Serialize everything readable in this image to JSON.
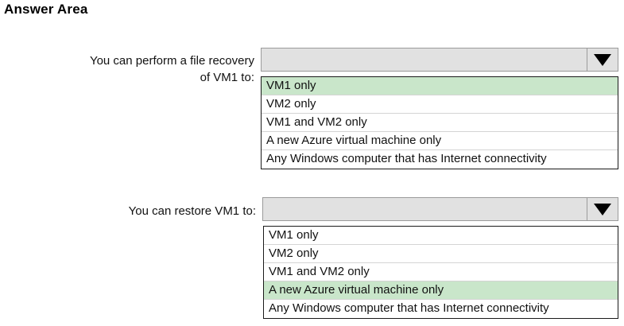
{
  "page": {
    "title": "Answer Area"
  },
  "icons": {
    "dropdown_caret": "chevron-down-icon"
  },
  "colors": {
    "selected_option_bg": "#c9e6ca",
    "combo_closed_bg": "#e1e1e1",
    "combo_border": "#9b9b9b",
    "list_border": "#1a1a1a",
    "row_divider": "#d4d4d4",
    "text": "#111111",
    "page_bg": "#ffffff"
  },
  "questions": [
    {
      "id": "file-recovery",
      "label_lines": [
        "You can perform a file recovery",
        "of VM1 to:"
      ],
      "combo": {
        "value": "",
        "placeholder": "",
        "expanded": true,
        "selected_index": 0,
        "options": [
          "VM1 only",
          "VM2 only",
          "VM1 and VM2 only",
          "A new Azure virtual machine only",
          "Any Windows computer that has Internet connectivity"
        ]
      }
    },
    {
      "id": "restore-vm1",
      "label_lines": [
        "You can restore VM1 to:"
      ],
      "combo": {
        "value": "",
        "placeholder": "",
        "expanded": true,
        "selected_index": 3,
        "options": [
          "VM1 only",
          "VM2 only",
          "VM1 and VM2 only",
          "A new Azure virtual machine only",
          "Any Windows computer that has Internet connectivity"
        ]
      }
    }
  ]
}
